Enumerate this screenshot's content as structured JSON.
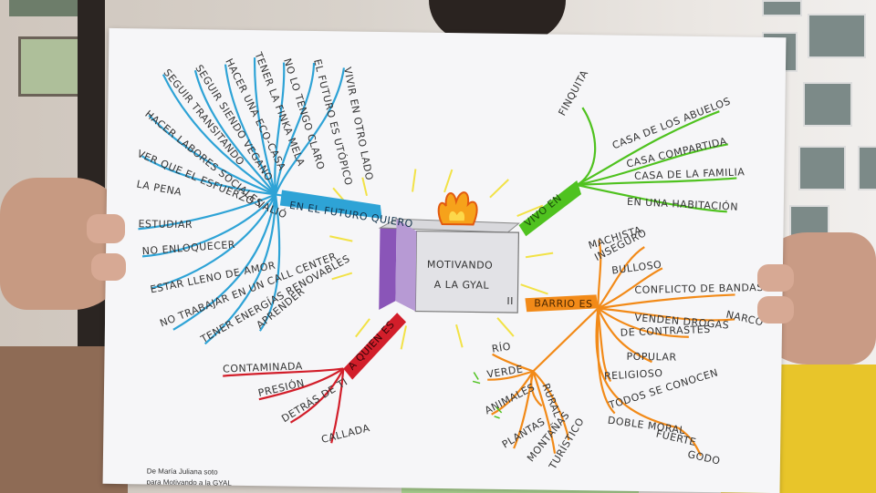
{
  "center": {
    "line1": "MOTIVANDO",
    "line2": "A LA GYAL",
    "line3": "II"
  },
  "branches": {
    "blue": {
      "label": "EN EL FUTURO QUIERO",
      "color": "#2ea3d6",
      "items": [
        "VIVIR EN OTRO LADO",
        "EL FUTURO ES UTÓPICO",
        "NO LO TENGO CLARO",
        "TENER LA FINKA MELA",
        "HACER UNA ECO-CASA",
        "SEGUIR SIENDO VEGANO",
        "SEGUIR TRANSITANDO",
        "HACER LABORES SOCIALES",
        "VER QUE EL ESFUERZO VALIÓ",
        "LA PENA",
        "ESTUDIAR",
        "NO ENLOQUECER",
        "ESTAR LLENO DE AMOR",
        "NO TRABAJAR EN UN CALL CENTER",
        "TENER ENERGÍAS RENOVABLES",
        "APRENDER"
      ]
    },
    "green": {
      "label": "VIVO EN",
      "color": "#4fc21f",
      "items": [
        "FINQUITA",
        "CASA DE LOS ABUELOS",
        "CASA COMPARTIDA",
        "CASA DE LA FAMILIA",
        "EN UNA HABITACIÓN"
      ]
    },
    "orange": {
      "label": "BARRIO ES",
      "color": "#f28a18",
      "items": [
        "MACHISTA",
        "INSEGURO",
        "BULLOSO",
        "CONFLICTO DE BANDAS",
        "NARCO",
        "VENDEN DROGAS",
        "DE CONTRASTES",
        "POPULAR",
        "RELIGIOSO",
        "TODOS SE CONOCEN",
        "DOBLE MORAL",
        "FUERTE",
        "GODO",
        "RÍO",
        "VERDE",
        "RURAL",
        "ANIMALES",
        "PLANTAS",
        "MONTAÑAS",
        "TURÍSTICO"
      ]
    },
    "red": {
      "label": "A QUIEN ES",
      "color": "#d21e2a",
      "items": [
        "CONTAMINADA",
        "PRESIÓN",
        "DETRÁS DE TI",
        "CALLADA"
      ]
    }
  },
  "signature": {
    "line1": "De María Juliana soto",
    "line2": "para Motivando a la GYAL"
  }
}
